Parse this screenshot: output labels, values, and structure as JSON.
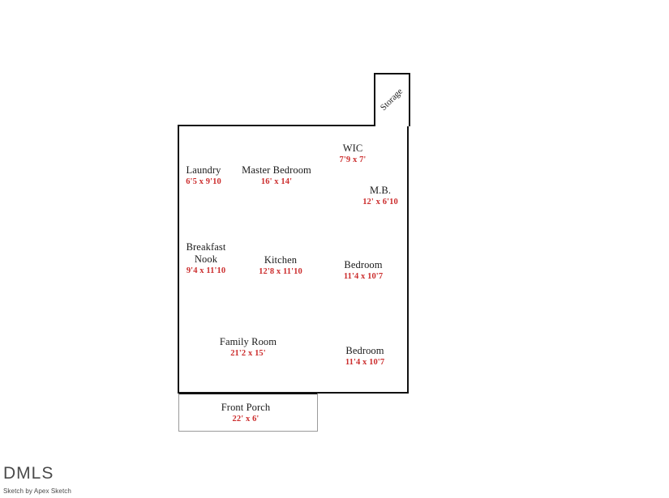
{
  "document": {
    "type": "floor-plan-sketch",
    "colors": {
      "wall_stroke": "#111111",
      "porch_stroke": "#9a9a9a",
      "room_name_text": "#1a1a1a",
      "dimension_text": "#cc2e2e",
      "background": "#ffffff",
      "watermark_text": "#4a4a4a"
    }
  },
  "rooms": [
    {
      "id": "storage",
      "name": "Storage",
      "dimensions": "",
      "rotated": true,
      "rotation_deg": -45
    },
    {
      "id": "laundry",
      "name": "Laundry",
      "dimensions": "6'5 x 9'10"
    },
    {
      "id": "master-bedroom",
      "name": "Master Bedroom",
      "dimensions": "16' x 14'"
    },
    {
      "id": "wic",
      "name": "WIC",
      "dimensions": "7'9 x 7'"
    },
    {
      "id": "mb",
      "name": "M.B.",
      "dimensions": "12' x 6'10"
    },
    {
      "id": "breakfast-nook",
      "name": "Breakfast\nNook",
      "name_line1": "Breakfast",
      "name_line2": "Nook",
      "dimensions": "9'4 x 11'10"
    },
    {
      "id": "kitchen",
      "name": "Kitchen",
      "dimensions": "12'8 x 11'10"
    },
    {
      "id": "bedroom-1",
      "name": "Bedroom",
      "dimensions": "11'4 x 10'7"
    },
    {
      "id": "family-room",
      "name": "Family Room",
      "dimensions": "21'2 x 15'"
    },
    {
      "id": "bedroom-2",
      "name": "Bedroom",
      "dimensions": "11'4 x 10'7"
    },
    {
      "id": "front-porch",
      "name": "Front Porch",
      "dimensions": "22' x 6'"
    }
  ],
  "footer": {
    "watermark": "DMLS",
    "credit": "Sketch by Apex Sketch"
  }
}
